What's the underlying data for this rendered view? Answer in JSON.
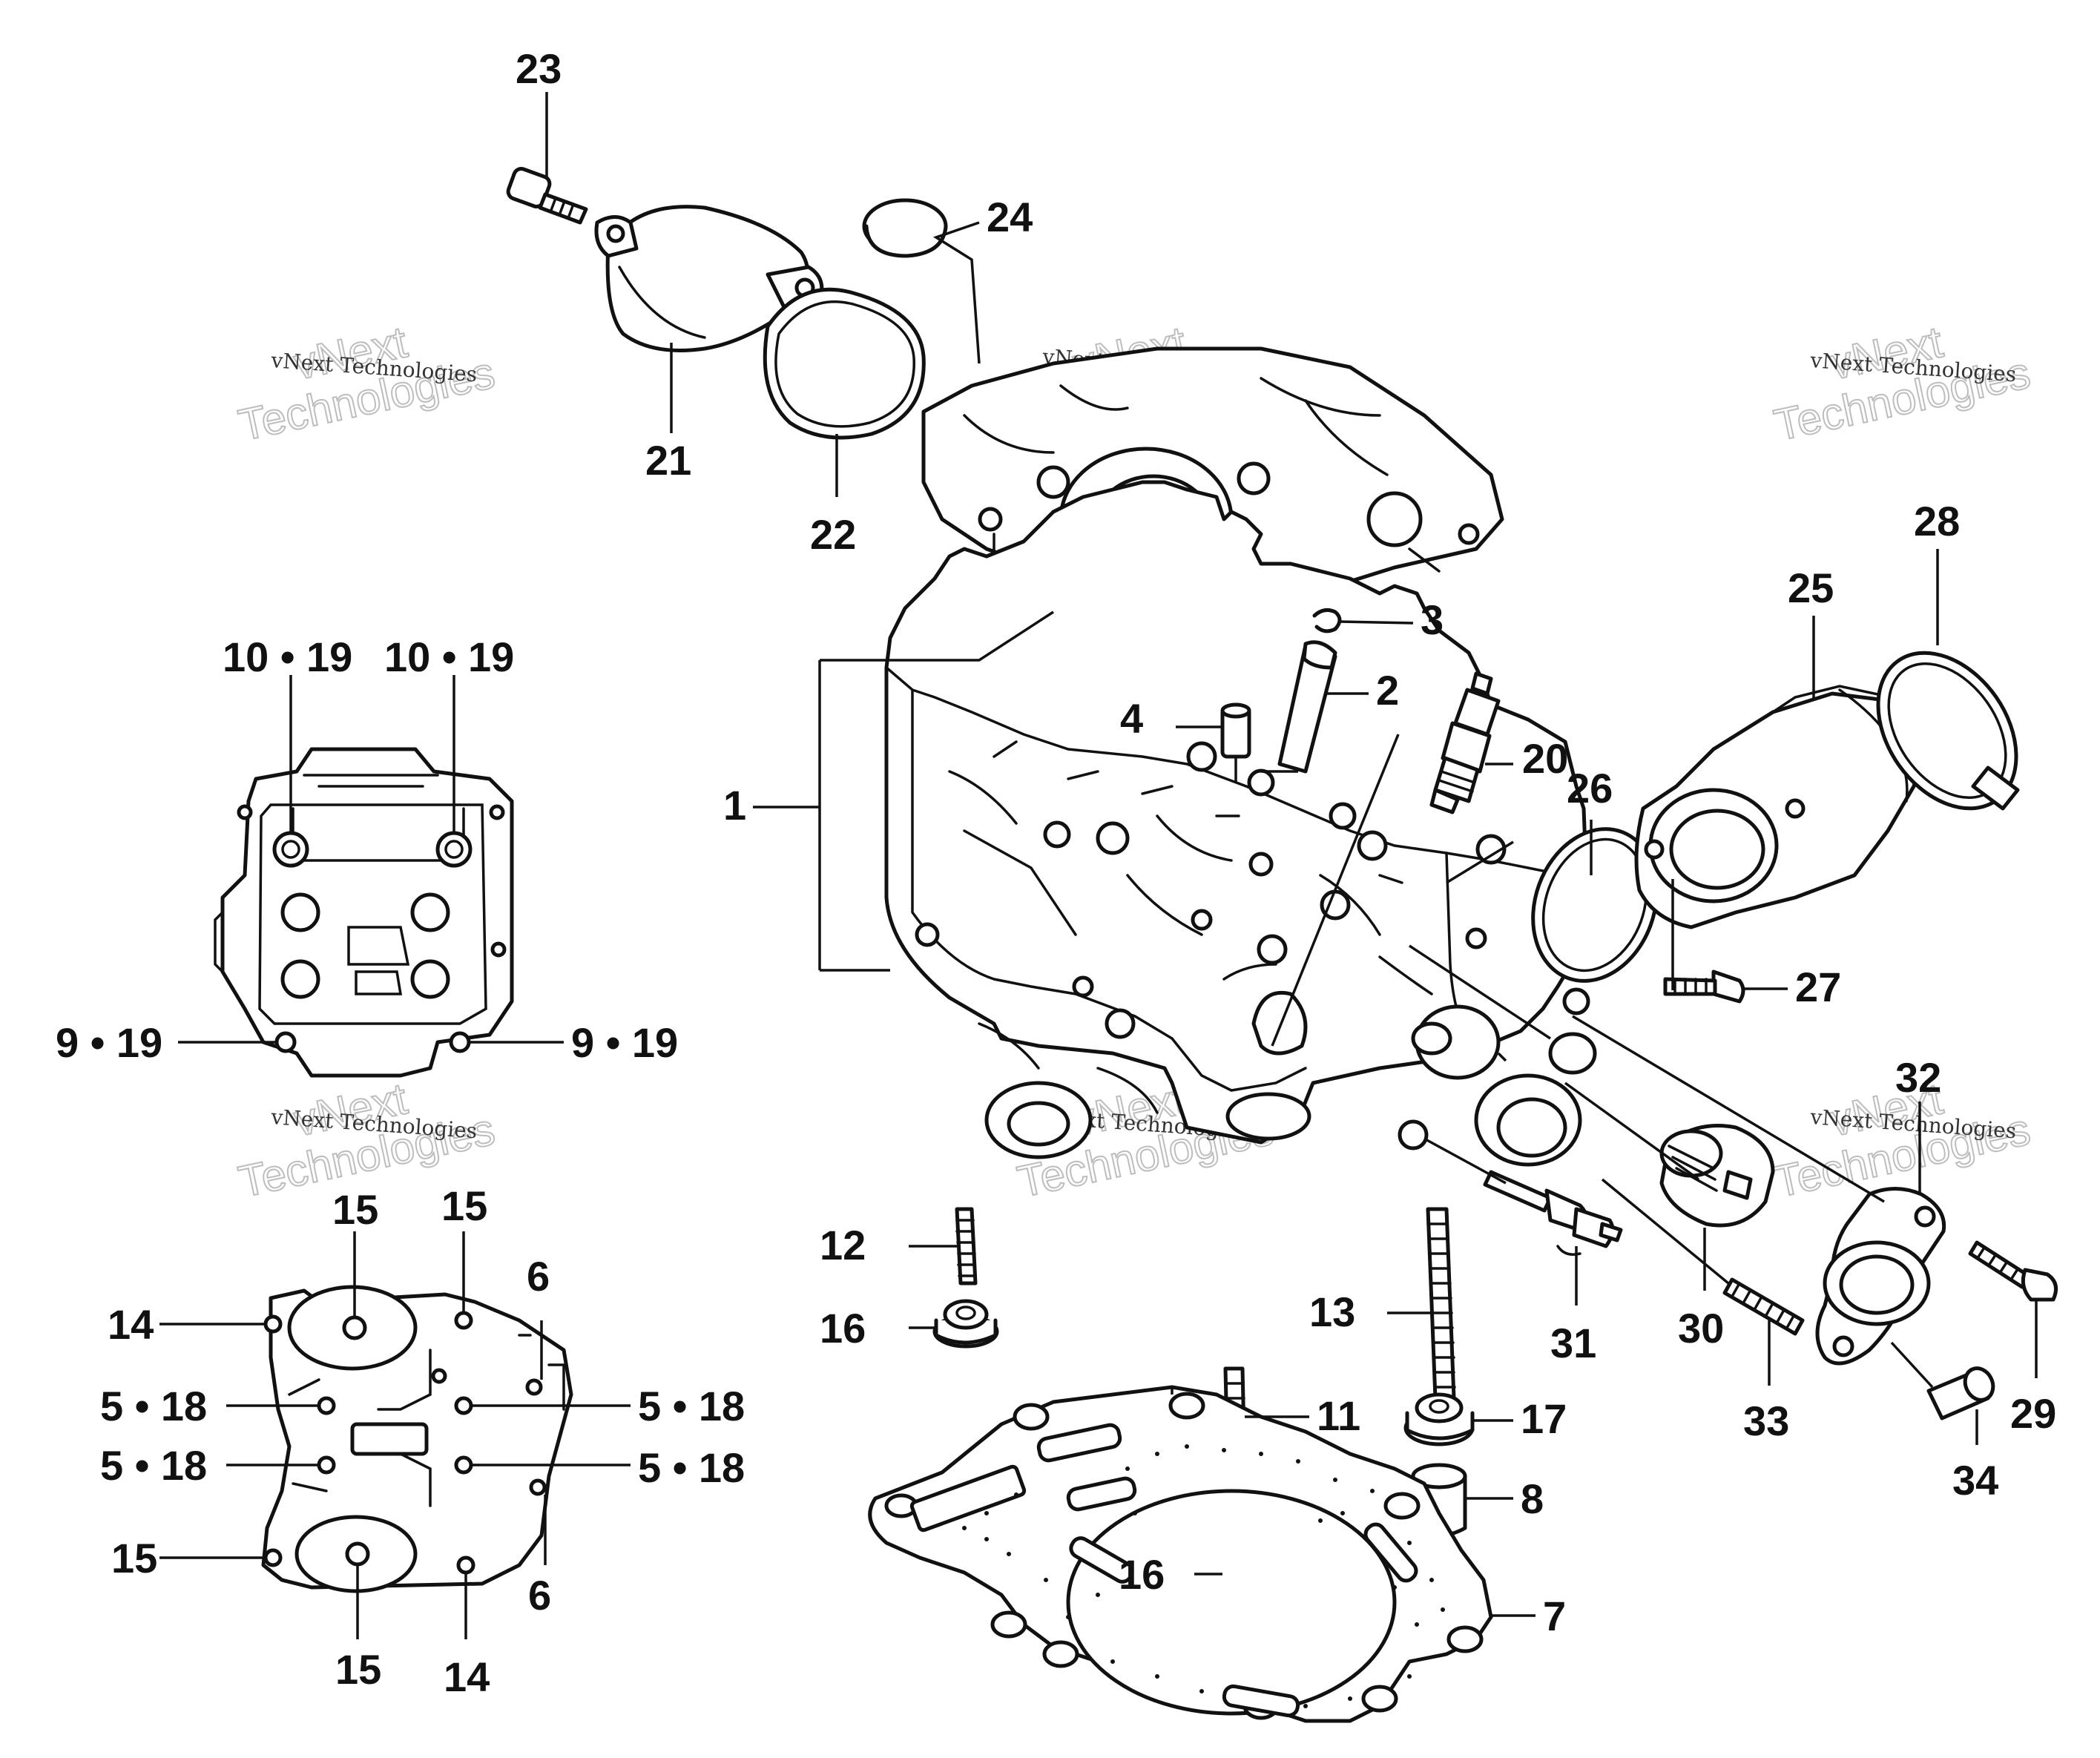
{
  "watermark": {
    "small": "vNext Technologies",
    "big_line1": "vNext",
    "big_line2": "Technologies"
  },
  "callouts": {
    "c1": "1",
    "c2": "2",
    "c3": "3",
    "c4": "4",
    "c6a": "6",
    "c6b": "6",
    "c7": "7",
    "c8": "8",
    "c9_19a": "9 • 19",
    "c9_19b": "9 • 19",
    "c10_19a": "10 • 19",
    "c10_19b": "10 • 19",
    "c11": "11",
    "c12": "12",
    "c13": "13",
    "c14a": "14",
    "c14b": "14",
    "c15a": "15",
    "c15b": "15",
    "c15c": "15",
    "c15d": "15",
    "c16a": "16",
    "c16b": "16",
    "c17": "17",
    "c5_18a": "5 • 18",
    "c5_18b": "5 • 18",
    "c5_18c": "5 • 18",
    "c5_18d": "5 • 18",
    "c20": "20",
    "c21": "21",
    "c22": "22",
    "c23": "23",
    "c24": "24",
    "c25": "25",
    "c26": "26",
    "c27": "27",
    "c28": "28",
    "c29": "29",
    "c30": "30",
    "c31": "31",
    "c32": "32",
    "c33": "33",
    "c34": "34"
  }
}
